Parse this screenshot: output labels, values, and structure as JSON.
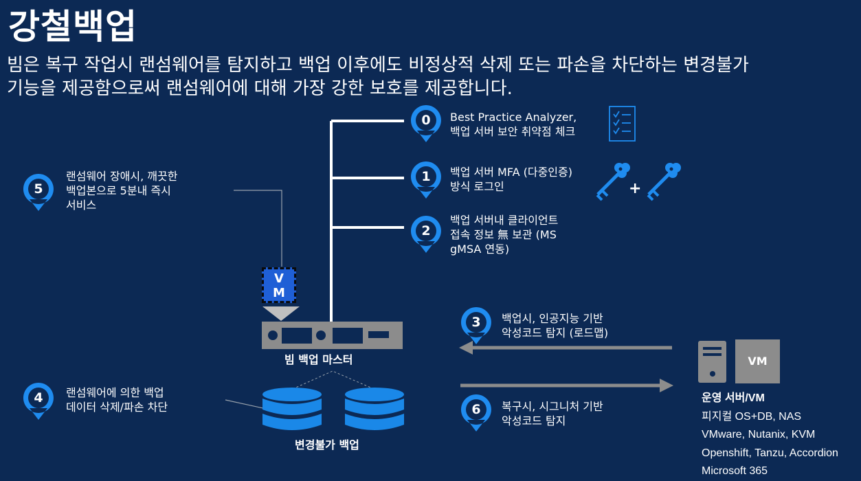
{
  "title": "강철백업",
  "subtitle": {
    "line1": "빔은 복구 작업시 랜섬웨어를 탐지하고 백업 이후에도 비정상적 삭제 또는 파손을 차단하는 변경불가",
    "line2": "기능을 제공함으로써 랜섬웨어에 대해 가장 강한 보호를 제공합니다."
  },
  "steps": [
    {
      "num": "0",
      "lines": [
        "Best Practice Analyzer,",
        "백업 서버 보안 취약점 체크"
      ]
    },
    {
      "num": "1",
      "lines": [
        "백업 서버 MFA (다중인증)",
        "방식 로그인"
      ]
    },
    {
      "num": "2",
      "lines": [
        "백업 서버내 클라이언트",
        "접속 정보 無 보관 (MS",
        "gMSA 연동)"
      ]
    },
    {
      "num": "3",
      "lines": [
        "백업시, 인공지능 기반",
        "악성코드 탐지 (로드맵)"
      ]
    },
    {
      "num": "4",
      "lines": [
        "랜섬웨어에 의한 백업",
        "데이터 삭제/파손 차단"
      ]
    },
    {
      "num": "5",
      "lines": [
        "랜섬웨어 장애시, 깨끗한",
        "백업본으로 5분내 즉시",
        "서비스"
      ]
    },
    {
      "num": "6",
      "lines": [
        "복구시, 시그니처 기반",
        "악성코드 탐지"
      ]
    }
  ],
  "mfa_plus": "+",
  "vm_badge": {
    "line1": "V",
    "line2": "M"
  },
  "backup_master_label": "빔 백업 마스터",
  "immutable_label": "변경불가 백업",
  "server_vm_box": "VM",
  "production": {
    "heading": "운영 서버/VM",
    "lines": [
      "피지컬 OS+DB, NAS",
      "VMware, Nutanix, KVM",
      "Openshift, Tanzu, Accordion",
      "Microsoft 365"
    ]
  },
  "icons": {
    "checklist": "checklist-icon",
    "keys": "key-icon",
    "server": "server-tower-icon",
    "database": "database-icon",
    "pin": "location-pin-icon"
  },
  "colors": {
    "background": "#0c2954",
    "pin_blue": "#1f8cf0",
    "db_blue": "#1a88e8",
    "gray": "#8c8c8c",
    "vm_badge": "#1f5fd6"
  }
}
